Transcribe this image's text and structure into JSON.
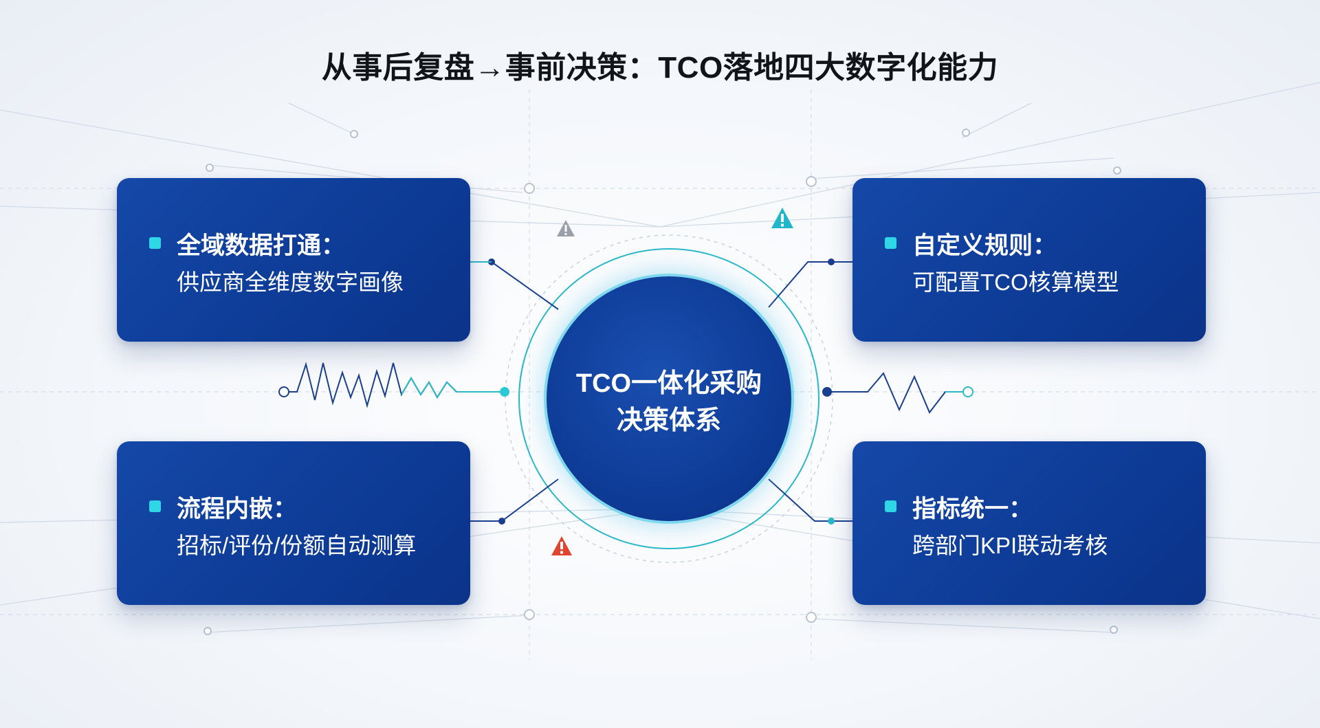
{
  "title": "从事后复盘→事前决策：TCO落地四大数字化能力",
  "hub": {
    "line1": "TCO一体化采购",
    "line2": "决策体系"
  },
  "cards": {
    "top_left": {
      "title": "全域数据打通：",
      "desc": "供应商全维度数字画像"
    },
    "top_right": {
      "title": "自定义规则：",
      "desc": "可配置TCO核算模型"
    },
    "bottom_left": {
      "title": "流程内嵌：",
      "desc": "招标/评份/份额自动测算"
    },
    "bottom_right": {
      "title": "指标统一：",
      "desc": "跨部门KPI联动考核"
    }
  },
  "colors": {
    "card_blue": "#0d3b96",
    "accent_cyan": "#2fd6e6",
    "connector_navy": "#1a3f8f",
    "warning_gray": "#8a8f99",
    "warning_teal": "#1fb7c9",
    "warning_red": "#e0442f"
  },
  "icons": {
    "warning_top_left": "warning-icon",
    "warning_top_right": "warning-icon",
    "warning_bottom": "warning-icon"
  }
}
